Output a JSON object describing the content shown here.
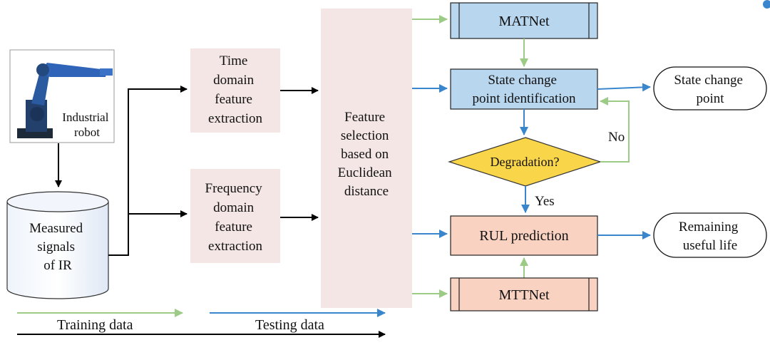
{
  "nodes": {
    "robot_label": [
      "Industrial",
      "robot"
    ],
    "signals": [
      "Measured",
      "signals",
      "of IR"
    ],
    "time_domain": [
      "Time",
      "domain",
      "feature",
      "extraction"
    ],
    "freq_domain": [
      "Frequency",
      "domain",
      "feature",
      "extraction"
    ],
    "feature_selection": [
      "Feature",
      "selection",
      "based on",
      "Euclidean",
      "distance"
    ],
    "matnet": "MATNet",
    "state_change_id": [
      "State change",
      "point identification"
    ],
    "state_change_point": [
      "State change",
      "point"
    ],
    "degradation": "Degradation?",
    "no_label": "No",
    "yes_label": "Yes",
    "rul_prediction": "RUL prediction",
    "remaining_life": [
      "Remaining",
      "useful life"
    ],
    "mttnet": "MTTNet"
  },
  "legend": {
    "training": "Training data",
    "testing": "Testing data"
  },
  "colors": {
    "training_arrow": "#9ccb86",
    "testing_arrow": "#3a86cc",
    "black_arrow": "#000000",
    "feature_box_fill": "#f5e6e6",
    "blue_box_fill": "#b8d6ee",
    "orange_box_fill": "#f9d2c2",
    "diamond_fill": "#f9d54a"
  }
}
